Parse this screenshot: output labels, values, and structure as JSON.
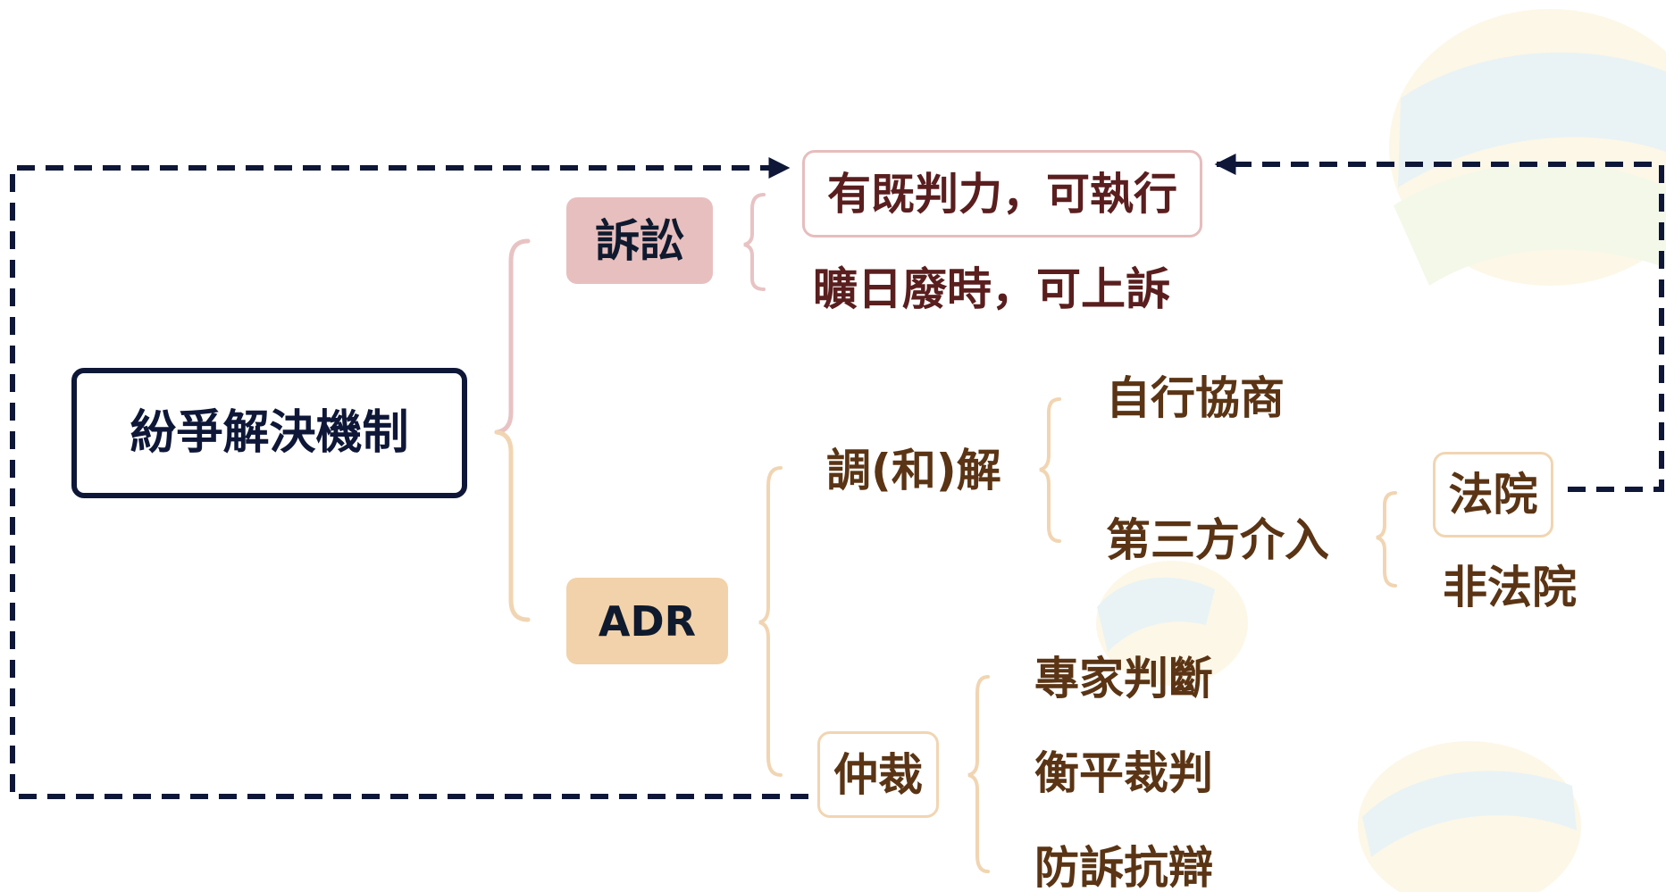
{
  "diagram": {
    "root": {
      "label": "紛爭解決機制"
    },
    "litigation": {
      "label": "訴訟",
      "pros": "有既判力，可執行",
      "cons": "曠日廢時，可上訴"
    },
    "adr": {
      "label": "ADR",
      "mediation": {
        "label": "調(和)解",
        "self": "自行協商",
        "third_party": {
          "label": "第三方介入",
          "court": "法院",
          "non_court": "非法院"
        }
      },
      "arbitration": {
        "label": "仲裁",
        "items": [
          "專家判斷",
          "衡平裁判",
          "防訴抗辯"
        ]
      }
    }
  },
  "colors": {
    "navy": "#0e1737",
    "litigation_fill": "#e8bfbf",
    "adr_fill": "#f2d2aa",
    "brown_text": "#5a3414",
    "maroon_text": "#5a1e1e",
    "pink_bracket": "#e8c3c3",
    "tan_bracket": "#f1d5b2"
  }
}
